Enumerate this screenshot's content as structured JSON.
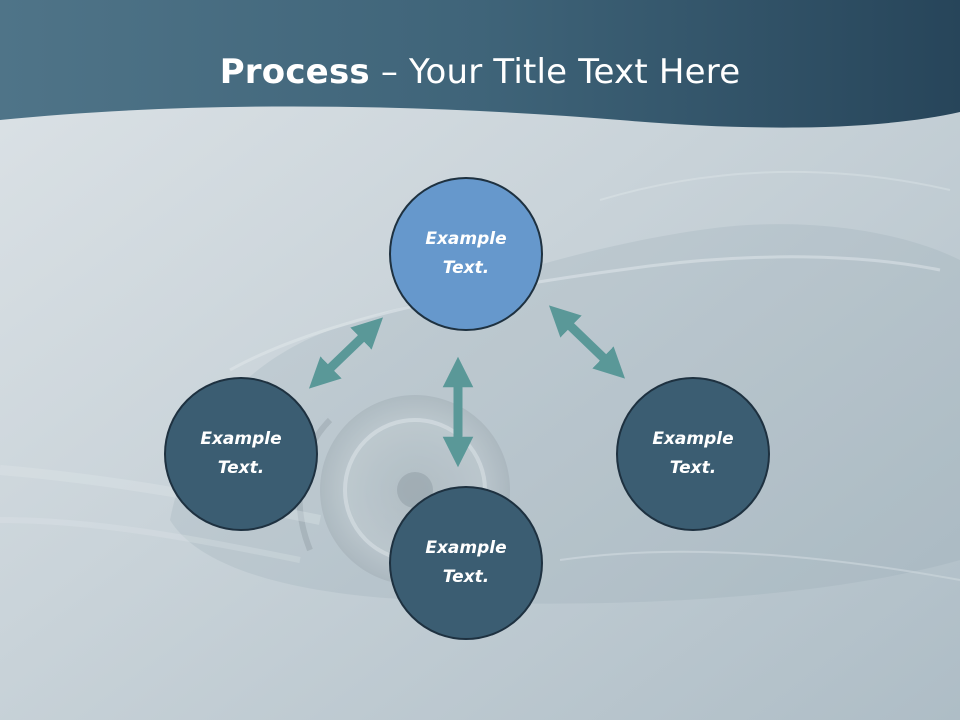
{
  "slide": {
    "title_bold": "Process",
    "title_rest": " – Your Title Text Here",
    "colors": {
      "header": "#3e6378",
      "highlight_circle": "#6698cc",
      "circle": "#3b5d72",
      "arrow": "#5a9898"
    }
  },
  "nodes": {
    "top": "Example Text.",
    "left": "Example Text.",
    "right": "Example Text.",
    "bottom": "Example Text."
  }
}
